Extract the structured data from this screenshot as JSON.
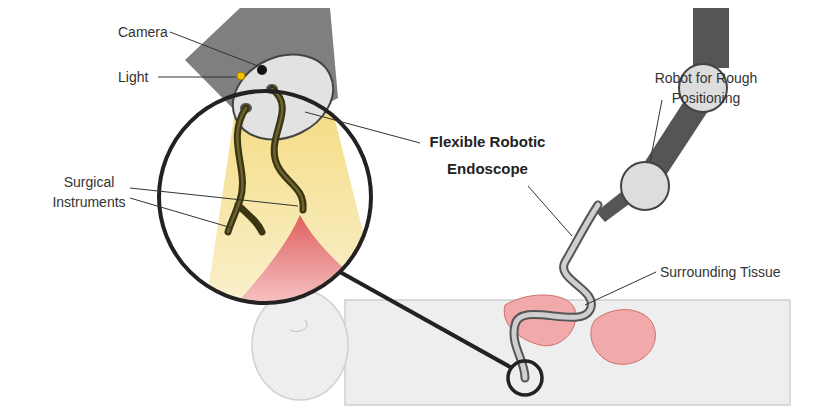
{
  "diagram": {
    "labels": [
      "Camera",
      "Light",
      "Flexible Robotic Endoscope",
      "Surgical Instruments",
      "Robot for Rough Positioning",
      "Surrounding Tissue"
    ]
  }
}
